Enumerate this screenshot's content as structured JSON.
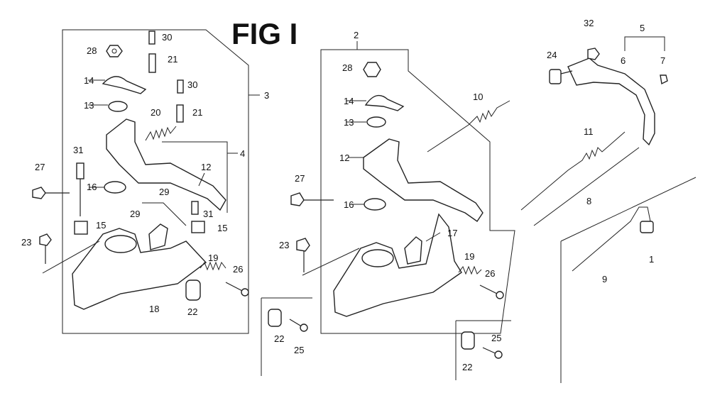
{
  "figure": {
    "title": "FIG I",
    "colors": {
      "ink": "#222222",
      "paper": "#ffffff"
    },
    "labels": [
      {
        "id": "l30a",
        "text": "30"
      },
      {
        "id": "l28a",
        "text": "28"
      },
      {
        "id": "l21a",
        "text": "21"
      },
      {
        "id": "l14a",
        "text": "14"
      },
      {
        "id": "l30b",
        "text": "30"
      },
      {
        "id": "l3",
        "text": "3"
      },
      {
        "id": "l13a",
        "text": "13"
      },
      {
        "id": "l20",
        "text": "20"
      },
      {
        "id": "l21b",
        "text": "21"
      },
      {
        "id": "l4",
        "text": "4"
      },
      {
        "id": "l31a",
        "text": "31"
      },
      {
        "id": "l12a",
        "text": "12"
      },
      {
        "id": "l27a",
        "text": "27"
      },
      {
        "id": "l16a",
        "text": "16"
      },
      {
        "id": "l29a",
        "text": "29"
      },
      {
        "id": "l29b",
        "text": "29"
      },
      {
        "id": "l31b",
        "text": "31"
      },
      {
        "id": "l15a",
        "text": "15"
      },
      {
        "id": "l15b",
        "text": "15"
      },
      {
        "id": "l23a",
        "text": "23"
      },
      {
        "id": "l19a",
        "text": "19"
      },
      {
        "id": "l26a",
        "text": "26"
      },
      {
        "id": "l18",
        "text": "18"
      },
      {
        "id": "l22a",
        "text": "22"
      },
      {
        "id": "l2",
        "text": "2"
      },
      {
        "id": "l28b",
        "text": "28"
      },
      {
        "id": "l14b",
        "text": "14"
      },
      {
        "id": "l10",
        "text": "10"
      },
      {
        "id": "l13b",
        "text": "13"
      },
      {
        "id": "l12b",
        "text": "12"
      },
      {
        "id": "l27b",
        "text": "27"
      },
      {
        "id": "l16b",
        "text": "16"
      },
      {
        "id": "l17",
        "text": "17"
      },
      {
        "id": "l23b",
        "text": "23"
      },
      {
        "id": "l19b",
        "text": "19"
      },
      {
        "id": "l26b",
        "text": "26"
      },
      {
        "id": "l22b",
        "text": "22"
      },
      {
        "id": "l25a",
        "text": "25"
      },
      {
        "id": "l22c",
        "text": "22"
      },
      {
        "id": "l25b",
        "text": "25"
      },
      {
        "id": "l32",
        "text": "32"
      },
      {
        "id": "l5",
        "text": "5"
      },
      {
        "id": "l24",
        "text": "24"
      },
      {
        "id": "l6",
        "text": "6"
      },
      {
        "id": "l7",
        "text": "7"
      },
      {
        "id": "l11",
        "text": "11"
      },
      {
        "id": "l8",
        "text": "8"
      },
      {
        "id": "l9",
        "text": "9"
      },
      {
        "id": "l1",
        "text": "1"
      }
    ]
  }
}
